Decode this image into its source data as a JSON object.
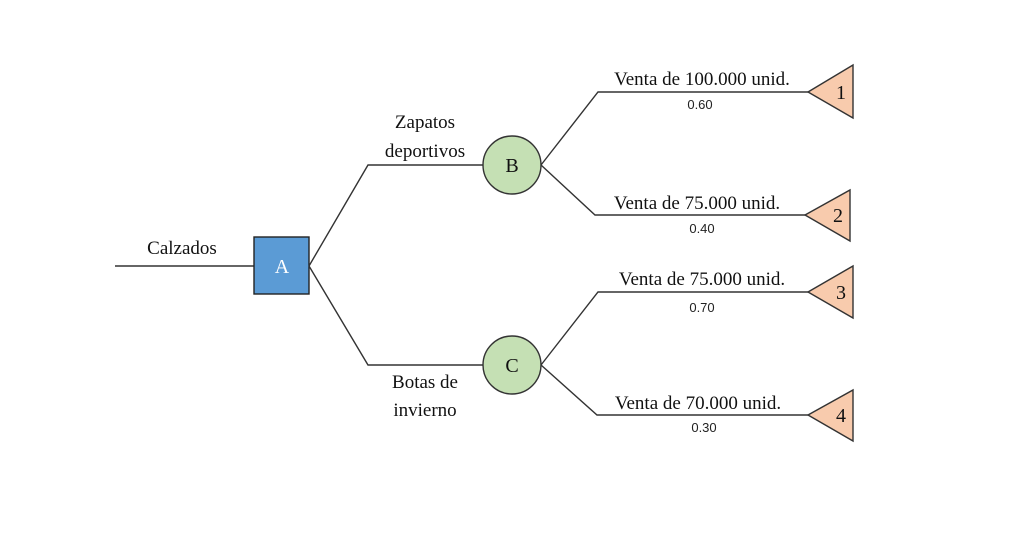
{
  "diagram": {
    "root_label": "Calzados",
    "decision_node": {
      "label": "A",
      "color": "#5b9bd5"
    },
    "branches": [
      {
        "label_line1": "Zapatos",
        "label_line2": "deportivos",
        "chance_node": "B",
        "outcomes": [
          {
            "label": "Venta de 100.000 unid.",
            "probability": "0.60",
            "terminal": "1"
          },
          {
            "label": "Venta de 75.000 unid.",
            "probability": "0.40",
            "terminal": "2"
          }
        ]
      },
      {
        "label_line1": "Botas de",
        "label_line2": "invierno",
        "chance_node": "C",
        "outcomes": [
          {
            "label": "Venta de 75.000 unid.",
            "probability": "0.70",
            "terminal": "3"
          },
          {
            "label": "Venta de 70.000 unid.",
            "probability": "0.30",
            "terminal": "4"
          }
        ]
      }
    ],
    "chance_color": "#c5e0b4",
    "terminal_color": "#f8cbad"
  }
}
